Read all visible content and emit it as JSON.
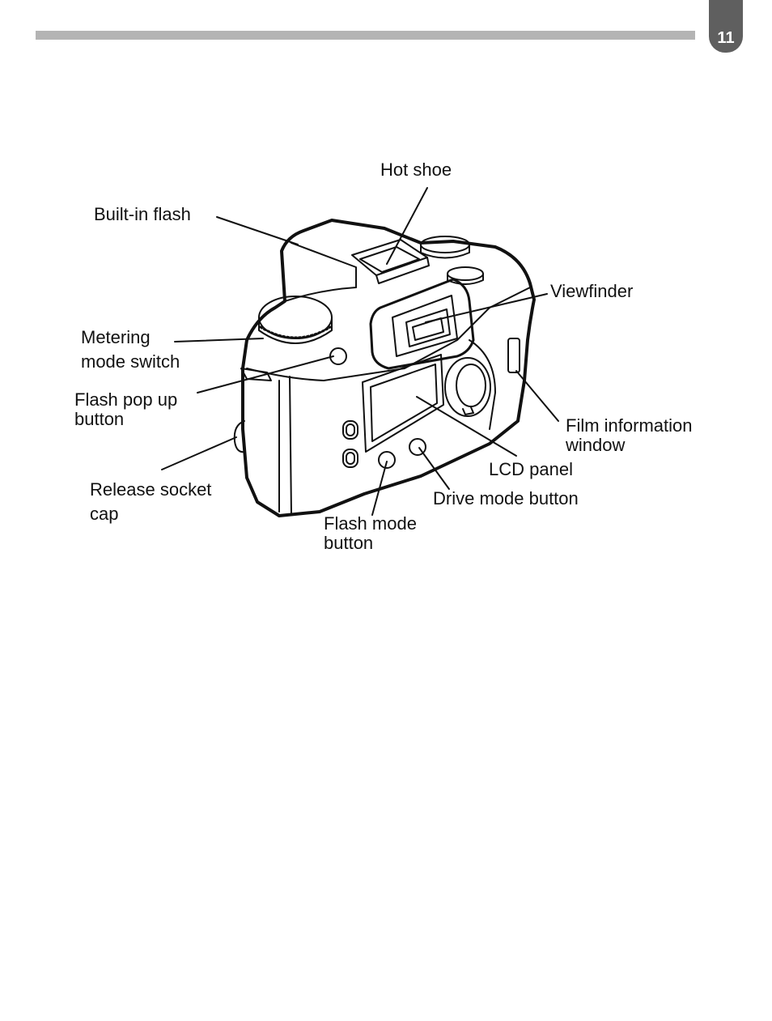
{
  "page_number": "11",
  "labels": {
    "hot_shoe": "Hot shoe",
    "built_in_flash": "Built-in flash",
    "viewfinder": "Viewfinder",
    "metering_line1": "Metering",
    "metering_line2": "mode switch",
    "flash_popup_line1": "Flash pop up",
    "flash_popup_line2": "button",
    "film_info_line1": "Film information",
    "film_info_line2": "window",
    "lcd_panel": "LCD panel",
    "release_line1": "Release socket",
    "release_line2": "cap",
    "drive_mode": "Drive mode button",
    "flash_mode_line1": "Flash mode",
    "flash_mode_line2": "button"
  }
}
